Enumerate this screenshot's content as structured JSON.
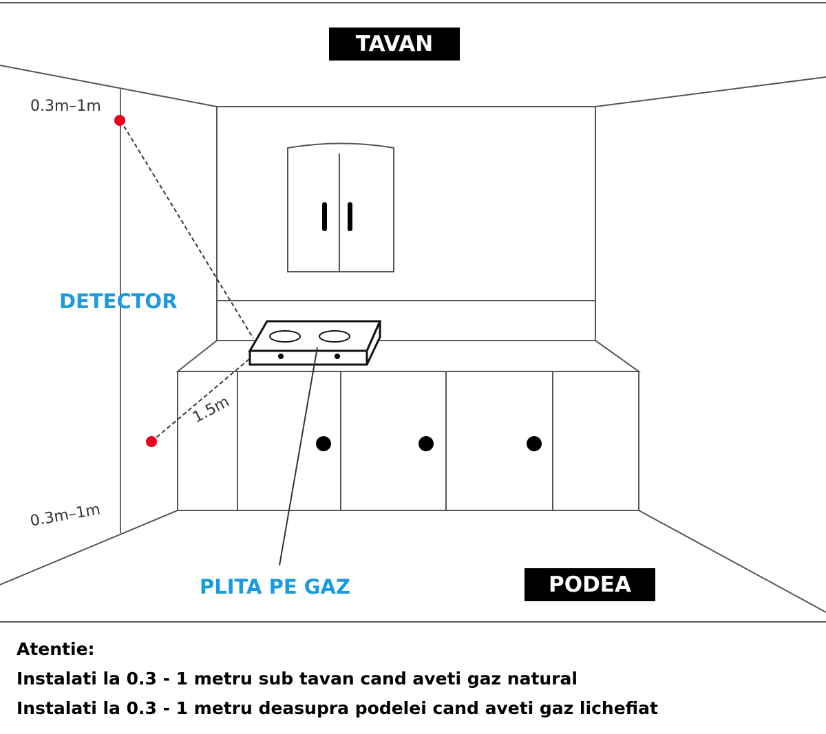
{
  "labels": {
    "ceiling": "TAVAN",
    "floor": "PODEA",
    "detector": "DETECTOR",
    "gas_stove": "PLITA PE GAZ"
  },
  "measurements": {
    "top_range": "0.3m–1m",
    "bottom_range": "0.3m–1m",
    "stove_distance": "1.5m"
  },
  "notes": {
    "heading": "Atentie:",
    "line1": "Instalati la 0.3 - 1 metru sub tavan cand aveti gaz natural",
    "line2": "Instalati la 0.3 - 1 metru deasupra podelei cand aveti gaz lichefiat"
  },
  "colors": {
    "accent_blue": "#1b9ae0",
    "detector_red": "#e8001c",
    "label_box": "#000000"
  }
}
